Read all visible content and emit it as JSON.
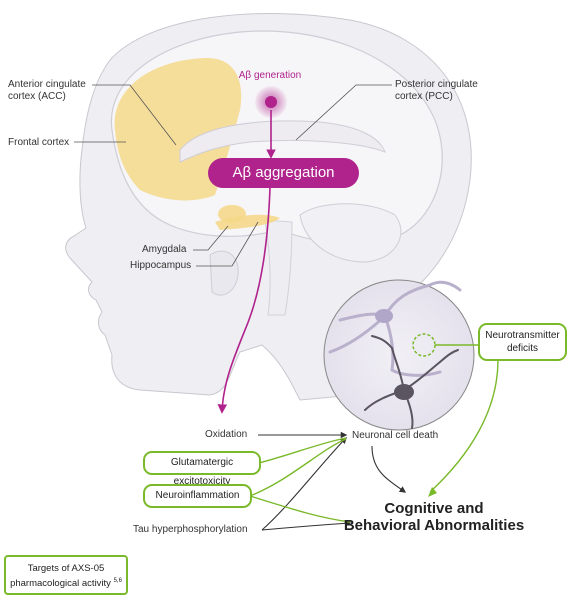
{
  "colors": {
    "magenta": "#b0228c",
    "green": "#7ab929",
    "cortex_yellow": "#f5d88a",
    "dark_arrow": "#333333"
  },
  "brain_labels": {
    "acc": "Anterior cingulate cortex (ACC)",
    "acc_line1": "Anterior cingulate",
    "acc_line2": "cortex (ACC)",
    "pcc_line1": "Posterior cingulate",
    "pcc_line2": "cortex (PCC)",
    "frontal": "Frontal cortex",
    "amygdala": "Amygdala",
    "hippocampus": "Hippocampus"
  },
  "pathway": {
    "generation": "Aβ generation",
    "aggregation": "Aβ aggregation",
    "oxidation": "Oxidation",
    "glutamatergic": "Glutamatergic excitotoxicity",
    "neuroinflammation": "Neuroinflammation",
    "tau": "Tau hyperphosphorylation",
    "cell_death": "Neuronal cell death",
    "neurotransmitter_line1": "Neurotransmitter",
    "neurotransmitter_line2": "deficits",
    "outcome_line1": "Cognitive and",
    "outcome_line2": "Behavioral Abnormalities"
  },
  "legend": {
    "line1": "Targets of AXS-05",
    "line2": "pharmacological activity",
    "refs": "5,6"
  }
}
